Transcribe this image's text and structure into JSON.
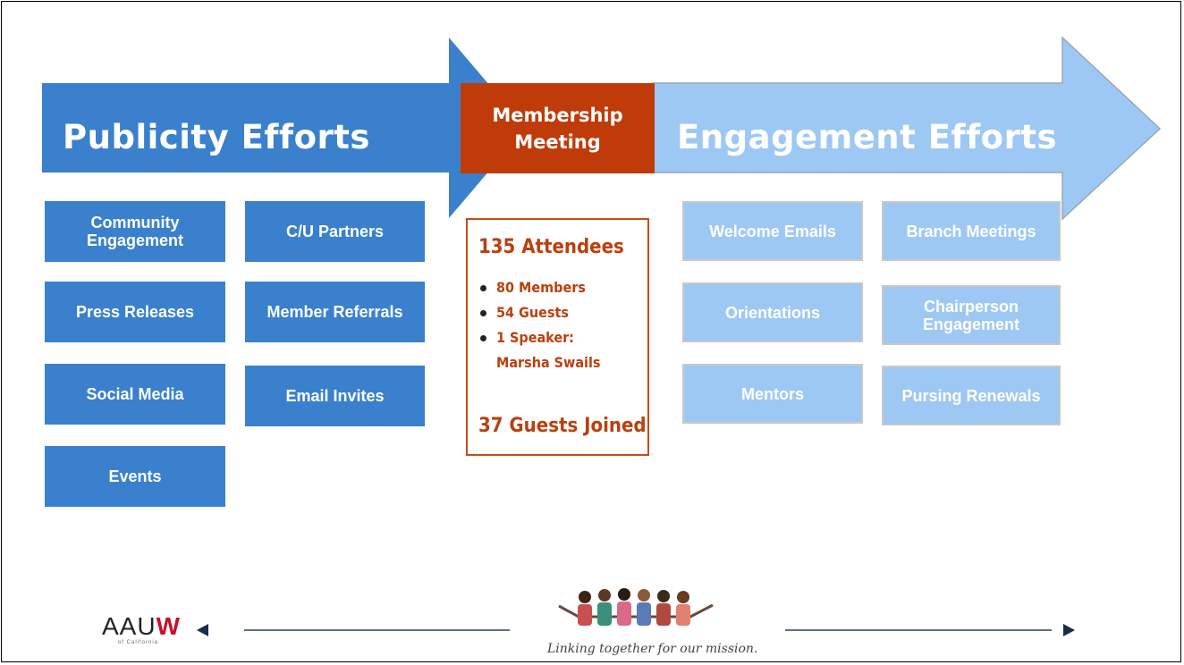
{
  "publicity": {
    "title": "Publicity Efforts",
    "items": [
      "Community Engagement",
      "C/U Partners",
      "Press Releases",
      "Member Referrals",
      "Social Media",
      "Email Invites",
      "Events"
    ]
  },
  "meeting": {
    "title": "Membership Meeting"
  },
  "stats": {
    "headline": "135 Attendees",
    "bullets": [
      "80 Members",
      "54 Guests",
      "1 Speaker:",
      "Marsha Swails"
    ],
    "footer": "37 Guests Joined"
  },
  "engagement": {
    "title": "Engagement Efforts",
    "items": [
      "Welcome Emails",
      "Branch Meetings",
      "Orientations",
      "Chairperson Engagement",
      "Mentors",
      "Pursing Renewals"
    ]
  },
  "footer": {
    "logo_main": "AAU",
    "logo_w": "W",
    "logo_sub": "of California",
    "tagline": "Linking together for our mission."
  },
  "colors": {
    "dark_blue": "#3a80cc",
    "light_blue": "#9ec8f4",
    "meeting_red": "#c03b0a",
    "stats_text": "#b9400f"
  }
}
